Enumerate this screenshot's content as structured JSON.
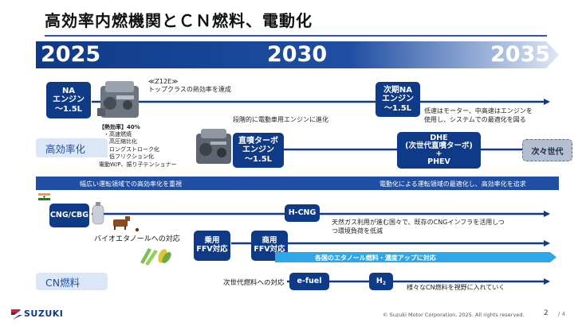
{
  "title": "高効率内燃機関とＣＮ燃料、電動化",
  "timeline": {
    "y2025": "2025",
    "y2030": "2030",
    "y2035": "2035"
  },
  "colors": {
    "navy": "#0e3a87",
    "blue": "#1f4ea3",
    "pale": "#dbe7f6",
    "light_blue": "#2fa6ea"
  },
  "efficiency": {
    "na_engine": [
      "NA",
      "エンジン",
      "～1.5L"
    ],
    "z12e_title": "≪Z12E≫",
    "z12e_desc": "トップクラスの熱効率を達成",
    "thermal_title": "【熱効率】40%",
    "thermal_items": [
      "・高速燃焼",
      "・高圧縮比化",
      "・ロングストローク化",
      "・低フリクション化",
      "電動W/P、振り子テンショナー"
    ],
    "next_na": [
      "次期NA",
      "エンジン",
      "～1.5L"
    ],
    "next_na_desc": [
      "低速はモーター、中高速はエンジンを",
      "使用し、システムでの最適化を図る"
    ],
    "section_label": "高効率化",
    "stepwise": "段階的に電動車用エンジンに進化",
    "turbo": [
      "直噴ターボ",
      "エンジン",
      "～1.5L"
    ],
    "dhe": [
      "DHE",
      "(次世代直噴ターボ)",
      "+",
      "PHEV"
    ],
    "next_gen": "次々世代"
  },
  "band": {
    "left": "幅広い運転領域での高効率化を重視",
    "right": "電動化による運転領域の最適化し、高効率化を追求"
  },
  "cn_fuel": {
    "cng_cbg": "CNG/CBG",
    "bio_ethanol": "バイオエタノールへの対応",
    "h_cng": "H-CNG",
    "h_cng_desc": [
      "天然ガス利用が進む国々で、既存のCNGインフラを活用しつ",
      "つ環境負荷を低減"
    ],
    "passenger_ffv": [
      "乗用",
      "FFV対応"
    ],
    "commercial_ffv": [
      "商用",
      "FFV対応"
    ],
    "ethanol_banner": "各国のエタノール燃料・濃度アップに対応",
    "section_label": "CN燃料",
    "next_gen_fuel": "次世代燃料への対応",
    "efuel": "e-fuel",
    "h2": "H",
    "h2_sub": "2",
    "cn_desc": "様々なCN燃料を視野に入れていく"
  },
  "footer": {
    "logo": "SUZUKI",
    "copyright": "© Suzuki Motor Corporation, 2025. All rights reserved.",
    "page": "2",
    "total": "/ 4"
  }
}
